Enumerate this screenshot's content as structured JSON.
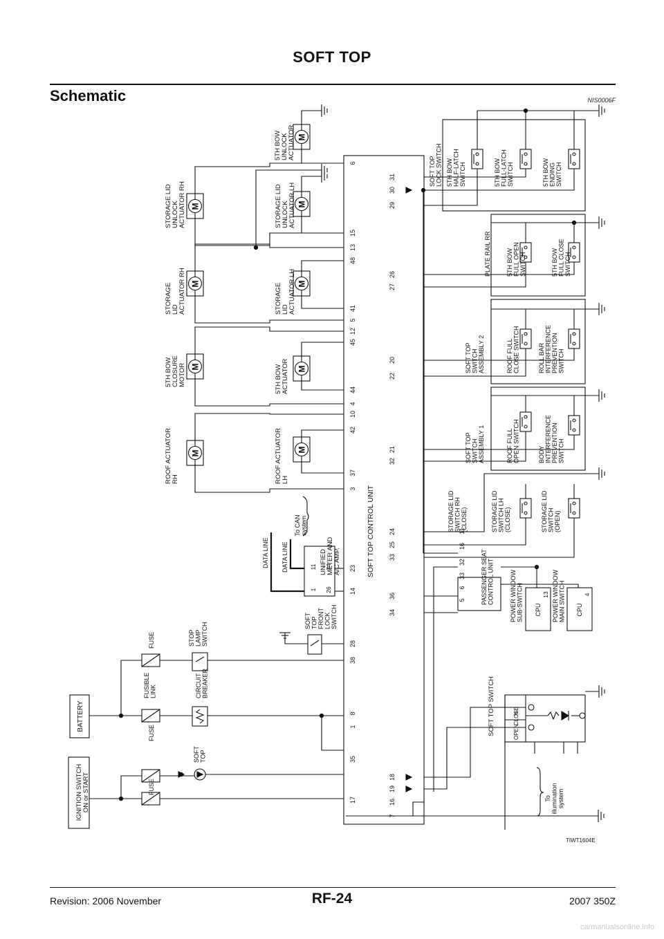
{
  "header": {
    "title": "SOFT TOP"
  },
  "section": {
    "title": "Schematic",
    "code": "NIS0006F"
  },
  "diagram": {
    "control_unit": "SOFT TOP CONTROL UNIT",
    "figure_code": "TIWT1604E",
    "power": {
      "ignition": "IGNITION SWITCH\nON or START",
      "battery": "BATTERY",
      "fuse": "FUSE",
      "fusible_link": "FUSIBLE\nLINK",
      "circuit_breaker": "CIRCUIT\nBREAKER",
      "stop_lamp": "STOP\nLAMP\nSWITCH",
      "soft_top_indicator": "SOFT\nTOP"
    },
    "actuators_upper": [
      "ROOF ACTUATOR\nRH",
      "5TH BOW\nCLOSURE\nMOTOR",
      "STORAGE\nLID\nACTUATOR RH",
      "STORAGE LID\nUNLOCK\nACTUATOR RH"
    ],
    "actuators_lower": [
      "ROOF ACTUATOR\nLH",
      "5TH BOW\nACTUATOR",
      "STORAGE\nLID\nACTUATOR LH",
      "STORAGE LID\nUNLOCK\nACTUATOR LH",
      "5TH BOW\nUNLOCK\nACTUATOR"
    ],
    "motor_symbol": "M",
    "front_lock_switch": "SOFT\nTOP\nFRONT\nLOCK\nSWITCH",
    "meter": "UNIFIED\nMETER AND\nA/C AMP.",
    "meter_pins": [
      "1",
      "11",
      "26",
      "34"
    ],
    "data_line": "DATA LINE",
    "can": "To CAN\nsystem",
    "top_pins": [
      "35",
      "1",
      "8",
      "38",
      "28",
      "14",
      "23",
      "3",
      "37",
      "42",
      "10",
      "4",
      "44",
      "45",
      "12",
      "5",
      "41",
      "48",
      "13",
      "15",
      "6"
    ],
    "bottom_pins": [
      "7",
      "16",
      "19",
      "18",
      "34",
      "36",
      "33",
      "25",
      "24",
      "32",
      "21",
      "22",
      "20",
      "27",
      "26",
      "29",
      "30",
      "31"
    ],
    "left_pin": "17",
    "passenger_seat": "PASSENGER SEAT\nCONTROL UNIT",
    "seat_pins": [
      "5",
      "6",
      "33",
      "32",
      "16",
      "11"
    ],
    "pw_sub": "POWER WINDOW\nSUB-SWITCH",
    "pw_main": "POWER WINDOW\nMAIN SWITCH",
    "cpu": "CPU",
    "cpu_sub_pin": "13",
    "cpu_main_pin": "4",
    "soft_top_switch": "SOFT TOP SWITCH",
    "switch_positions": [
      "OPEN",
      "N",
      "CLOSE"
    ],
    "illumination": "To\nillumination\nsystem",
    "right_switches": [
      "STORAGE LID\nSWITCH RH\n(CLOSE)",
      "STORAGE LID\nSWITCH LH\n(CLOSE)",
      "STORAGE LID\nSWITCH\n(OPEN)",
      "SOFT TOP\nSWITCH\nASSEMBLY 1",
      "ROOF FULL\nOPEN SWITCH",
      "BODY\nINTERFERENCE\nPREVENTION\nSWITCH",
      "SOFT TOP\nSWITCH\nASSEMBLY 2",
      "ROOF FULL\nCLOSE SWITCH",
      "ROLL BAR\nINTERFERENCE\nPREVENTION\nSWITCH",
      "PLATE RAIL RR",
      "5TH BOW\nFULL OPEN\nSWITCH",
      "5TH BOW\nFULL CLOSE\nSWITCH",
      "SOFT TOP\nLOCK SWITCH",
      "5TH BOW\nHALF-LATCH\nSWITCH",
      "5TH BOW\nFULL-LATCH\nSWITCH",
      "5TH BOW\nENDING\nSWITCH"
    ]
  },
  "footer": {
    "revision": "Revision: 2006 November",
    "page": "RF-24",
    "model": "2007 350Z"
  },
  "watermark": "carmanualsonline.info"
}
